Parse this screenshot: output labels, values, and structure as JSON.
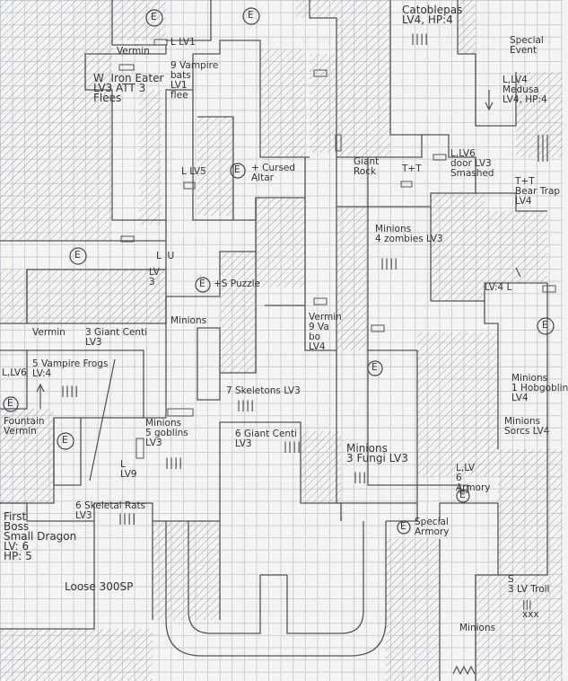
{
  "map": {
    "labels": {
      "vermin_top": "Vermin",
      "lvl1_top": "L LV1",
      "vampire_bats_9": "9 Vampire\nbats\nLV1\nflee",
      "iron_eater": "W  Iron Eater\nLV3 ATT 3\nFlees",
      "cursed_altar": "+ Cursed\nAltar",
      "lv5_left": "L LV5",
      "catoblepas": "Catoblepas\nLV4, HP:4",
      "catoblepas_tally": "||||",
      "special_event": "Special\nEvent",
      "medusa": "L,LV4\nMedusa\nLV4, HP:4",
      "giant_rock": "Giant\nRock",
      "tt_left": "T+T",
      "door_smashed": "L,LV6\ndoor LV3\nSmashed",
      "tt_bear_trap": "T+T\nBear Trap\nLV4",
      "minions_zombies": "Minions\n4 zombies LV3",
      "zombies_tally": "||||",
      "lv4_right": "LV:4 L",
      "lu": "L  U",
      "lv3_small": "LV\n3",
      "puzzle": "+S Puzzle",
      "vermin_mid": "Vermin",
      "giant_centi_3": "3 Giant Centi\nLV3",
      "minions_mid": "Minions",
      "vermin_va": "Vermin\n9 Va\nbo\nLV4",
      "vampire_frogs": "5 Vampire Frogs\nLV:4",
      "frogs_tally": "||||",
      "lv6_left": "L,LV6",
      "fountain": "Fountain\nVermin",
      "skeletons": "7 Skeletons LV3",
      "skeletons_tally": "||||",
      "minions_goblins": "Minions\n5 goblins\nLV3",
      "goblins_tally": "||||",
      "lv9": "L\nLV9",
      "giant_centi_6": "6 Giant Centi\nLV3",
      "centi6_tally": "||||",
      "minions_fungi": "Minions\n3 Fungi LV3",
      "fungi_tally": "|||",
      "hobgoblin": "Minions\n1 Hobgoblin\nLV4",
      "minions_sorcs": "Minions\nSorcs LV4",
      "armory": "L,LV\n6\nArmory",
      "special_armory": "Special\nArmory",
      "first_boss": "First\nBoss\nSmall Dragon\nLV: 6\nHP: 5",
      "skeletal_rats": "6 Skeletal Rats\nLV3",
      "rats_tally": "||||",
      "loose": "Loose 300SP",
      "trolls": "S\n3 LV Troll",
      "trolls_tally": "|||\nxxx",
      "minions_bottom": "Minions"
    },
    "entrance_symbol": "E"
  }
}
